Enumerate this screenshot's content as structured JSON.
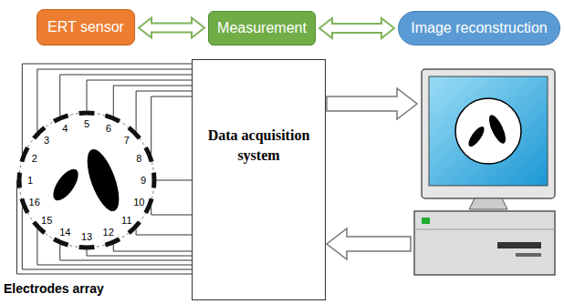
{
  "diagram": {
    "nodes": [
      {
        "text": [
          "ERT sensor"
        ]
      },
      {
        "text": [
          "Measurement"
        ]
      },
      {
        "text": [
          "Image reconstruction"
        ]
      },
      {
        "text": [
          "Data acquisition system"
        ]
      }
    ],
    "edges": [
      {
        "from": 0,
        "to": 1,
        "arrow": "both"
      },
      {
        "from": 1,
        "to": 2,
        "arrow": "both"
      }
    ],
    "labels": [
      "1",
      "2",
      "3",
      "4",
      "5",
      "6",
      "7",
      "8",
      "9",
      "10",
      "11",
      "12",
      "13",
      "14",
      "15",
      "16",
      "Electrodes array"
    ]
  }
}
